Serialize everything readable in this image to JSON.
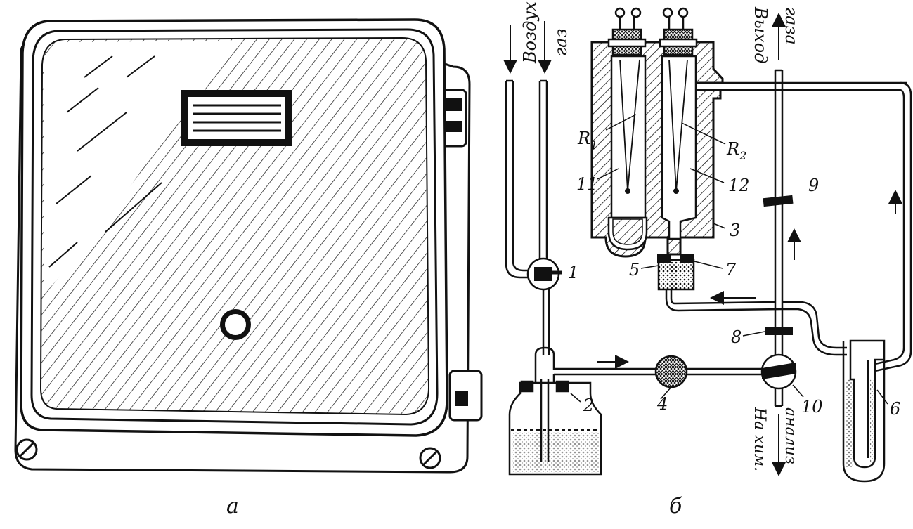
{
  "panel_captions": {
    "a": "а",
    "b": "б"
  },
  "flow_labels": {
    "inlet_line1": "Воздух",
    "inlet_line2": "газ",
    "outlet_line1": "Выход",
    "outlet_line2": "газа",
    "analysis_line1": "На хим.",
    "analysis_line2": "анализ"
  },
  "resistor_labels": {
    "r1": "R",
    "r1_sub": "1",
    "r2": "R",
    "r2_sub": "2"
  },
  "part_numbers": [
    "1",
    "2",
    "3",
    "4",
    "5",
    "6",
    "7",
    "8",
    "9",
    "10",
    "11",
    "12"
  ],
  "colors": {
    "ink": "#111111",
    "paper": "#ffffff"
  }
}
